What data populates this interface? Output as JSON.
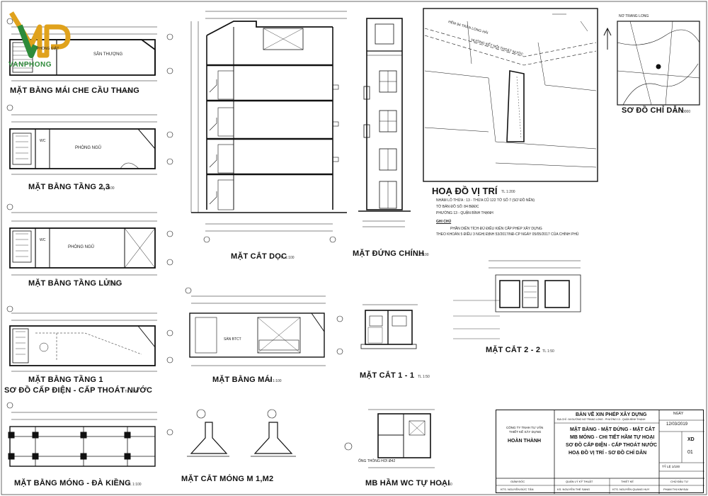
{
  "logo": {
    "text": "VANPHONG"
  },
  "drawings": {
    "roof_stair": {
      "title": "MẶT BẰNG MÁI CHE CẦU THANG",
      "scale": "TL 1:100",
      "room": "SÂN THƯỢNG",
      "room2": "PHÒNG GIẶT"
    },
    "floor23": {
      "title": "MẶT BẰNG TẦNG 2,3",
      "scale": "TL 1:100",
      "room": "PHÒNG NGỦ",
      "wc": "WC"
    },
    "mezz": {
      "title": "MẶT BẰNG TẦNG LỬNG",
      "scale": "TL 1:100",
      "room": "PHÒNG NGỦ",
      "wc": "WC"
    },
    "floor1": {
      "title": "MẶT BẰNG TẦNG 1",
      "subtitle": "SƠ ĐỒ CẤP ĐIỆN - CẤP THOÁT NƯỚC",
      "scale": "TL 1:100"
    },
    "foundation": {
      "title": "MẶT BẰNG MÓNG - ĐÀ KIỀNG",
      "scale": "TL 1:100"
    },
    "section": {
      "title": "MẶT CẮT DỌC",
      "scale": "TL 1:100"
    },
    "elevation": {
      "title": "MẶT ĐỨNG CHÍNH",
      "scale": "TL 1:100"
    },
    "roof": {
      "title": "MẶT BẰNG MÁI",
      "scale": "TL 1:100",
      "label": "SÀN BTCT"
    },
    "footing": {
      "title": "MẶT CẮT MÓNG M 1,M2"
    },
    "section11": {
      "title": "MẶT CẮT 1 - 1",
      "scale": "TL 1:50"
    },
    "section22": {
      "title": "MẶT CẮT 2 - 2",
      "scale": "TL 1:50"
    },
    "septic": {
      "title": "MB HẦM WC TỰ HOẠI",
      "scale": "TL 1:50",
      "note": "ỐNG THÔNG HƠI Ø42"
    },
    "site": {
      "title": "HOẠ ĐỒ VỊ TRÍ",
      "scale": "TL 1:200",
      "lines": [
        "NHÀM LÔ THỬA : 13 - THỬA CŨ 122 TỜ SỐ 7 (SƠ ĐỒ NỀN)",
        "TỜ BẢN ĐỒ SỐ: 84 BĐĐC",
        "PHƯỜNG 13 - QUẬN BÌNH THẠNH"
      ],
      "ghichu": "GHI CHÚ",
      "note": "PHẦN DIỆN TÍCH ĐỦ ĐIỀU KIỆN CẤP PHÉP XÂY DỰNG",
      "note2": "THEO KHOẢN 5 ĐIỀU 3 NGHỊ ĐỊNH 53/2017/NĐ-CP NGÀY 05/05/2017 CỦA CHÍNH PHỦ",
      "street1": "HẺM 94 TRẦN LONG HẢI",
      "street2": "HƯỚNG KẾT NỐI THOÁT NƯỚC"
    },
    "guide": {
      "title": "SƠ ĐỒ CHỈ DẪN",
      "scale": "TL 1:10000",
      "street": "NƠ TRANG LONG"
    }
  },
  "title_block": {
    "header": "BẢN VẼ XIN PHÉP XÂY DỰNG",
    "address": "ĐỊA CHỈ : 94 ĐƯỜNG NƠ TRANG LONG - PHƯỜNG 13 - QUẬN BÌNH THẠNH",
    "company_line1": "CÔNG TY TNHH TƯ VẤN",
    "company_line2": "THIẾT KẾ XÂY DỰNG",
    "company": "HOÀN THÀNH",
    "contents": [
      "MẶT BẰNG - MẶT ĐỨNG - MẶT CẮT",
      "MB MÓNG - CHI TIẾT HẦM TỰ HOẠI",
      "SƠ ĐỒ CẤP ĐIỆN - CẤP THOÁT NƯỚC",
      "HOẠ ĐỒ VỊ TRÍ - SƠ ĐỒ CHỈ DẪN"
    ],
    "date_label": "NGÀY",
    "date": "12/03/2019",
    "sheet": "XD",
    "sheet_no": "01",
    "scale_note": "TỶ LỆ 1/100",
    "roles": [
      "GIÁM ĐỐC",
      "QUẢN LÝ KỸ THUẬT",
      "THIẾT KẾ",
      "CHỦ ĐẦU TƯ"
    ],
    "names": [
      "KTS. NGUYỄN ĐỨC TÂN",
      "KS. NGUYỄN THẾ SANG",
      "KTS. NGUYỄN QUANG HUY",
      "PHẠM THỊ KIM ĐẠI"
    ]
  }
}
